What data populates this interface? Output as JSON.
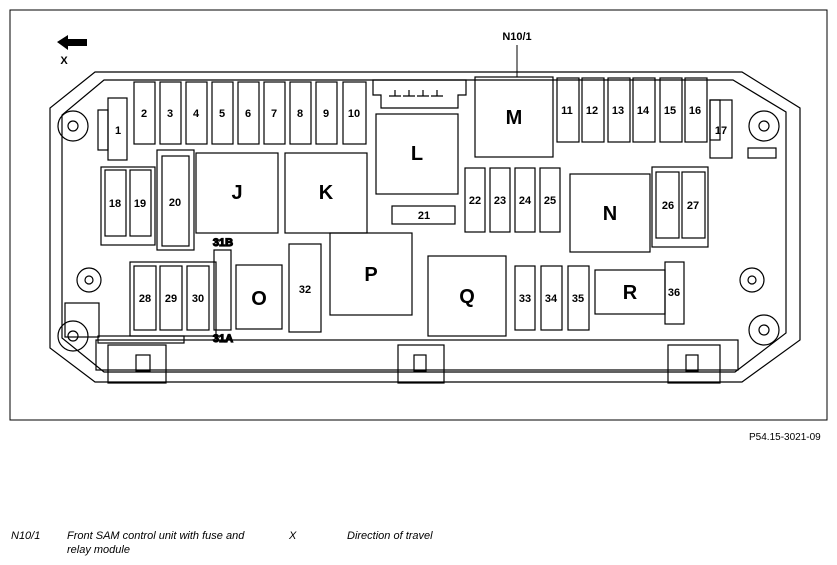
{
  "diagram": {
    "unit_label": "N10/1",
    "direction_label": "X",
    "fuses": [
      "1",
      "2",
      "3",
      "4",
      "5",
      "6",
      "7",
      "8",
      "9",
      "10",
      "11",
      "12",
      "13",
      "14",
      "15",
      "16",
      "17",
      "18",
      "19",
      "20",
      "21",
      "22",
      "23",
      "24",
      "25",
      "26",
      "27",
      "28",
      "29",
      "30",
      "31B",
      "31A",
      "32",
      "33",
      "34",
      "35",
      "36"
    ],
    "relays": [
      "J",
      "K",
      "L",
      "M",
      "N",
      "O",
      "P",
      "Q",
      "R"
    ]
  },
  "reference": "P54.15-3021-09",
  "legend": [
    {
      "code": "N10/1",
      "description": "Front SAM control unit with fuse and relay module"
    },
    {
      "code": "X",
      "description": "Direction of travel"
    }
  ]
}
